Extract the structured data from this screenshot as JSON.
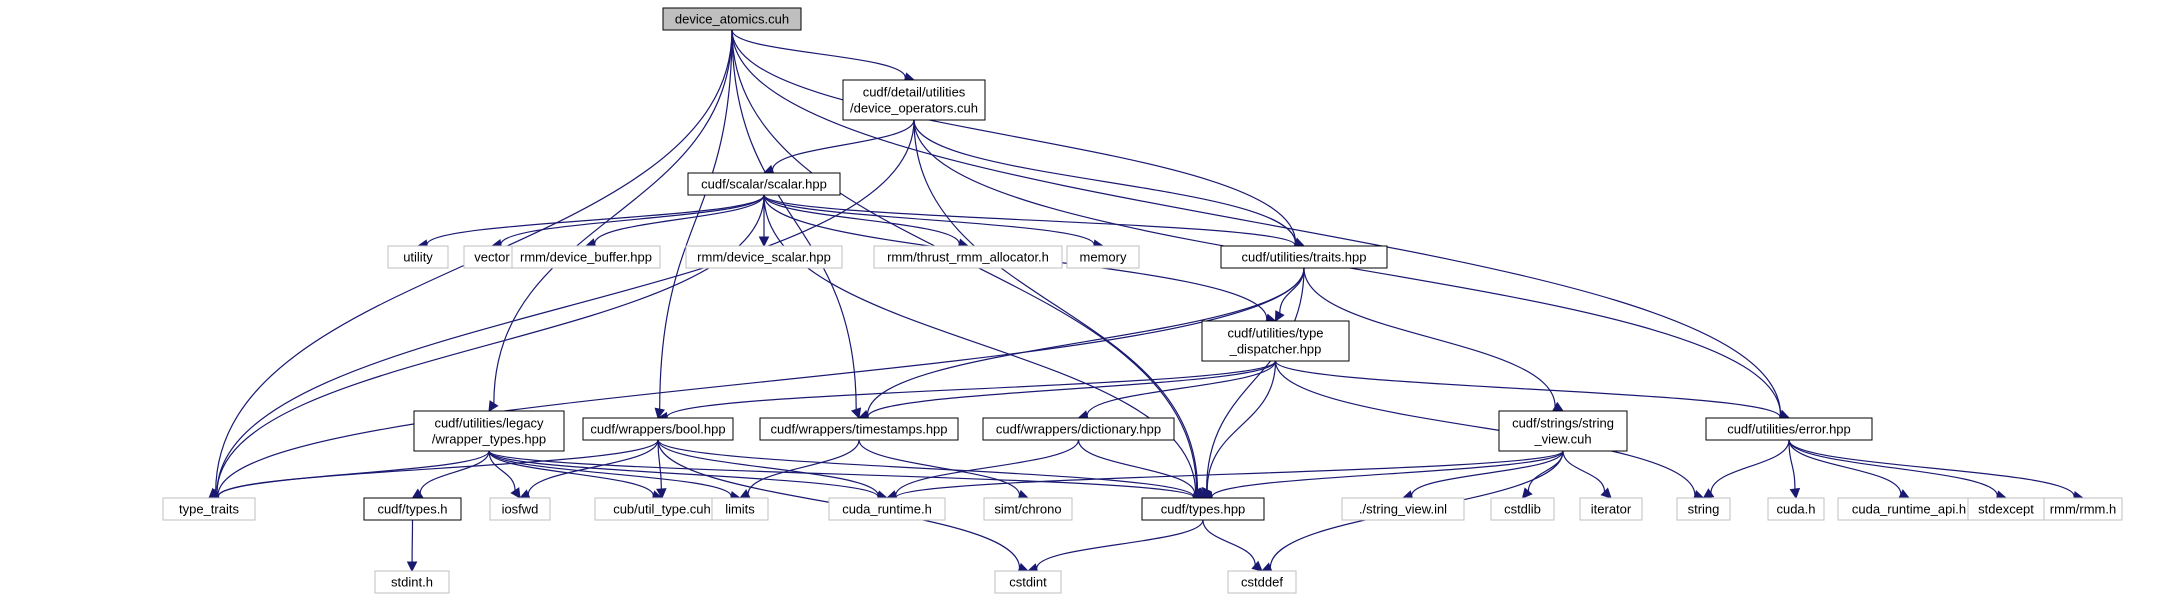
{
  "nodes": [
    {
      "id": "root",
      "kind": "root",
      "lines": [
        "device_atomics.cuh"
      ]
    },
    {
      "id": "device_ops",
      "kind": "internal",
      "lines": [
        "cudf/detail/utilities",
        "/device_operators.cuh"
      ]
    },
    {
      "id": "scalar",
      "kind": "internal",
      "lines": [
        "cudf/scalar/scalar.hpp"
      ]
    },
    {
      "id": "traits",
      "kind": "internal",
      "lines": [
        "cudf/utilities/traits.hpp"
      ]
    },
    {
      "id": "type_dispatcher",
      "kind": "internal",
      "lines": [
        "cudf/utilities/type",
        "_dispatcher.hpp"
      ]
    },
    {
      "id": "legacy_wrapper",
      "kind": "internal",
      "lines": [
        "cudf/utilities/legacy",
        "/wrapper_types.hpp"
      ]
    },
    {
      "id": "bool_hpp",
      "kind": "internal",
      "lines": [
        "cudf/wrappers/bool.hpp"
      ]
    },
    {
      "id": "timestamps",
      "kind": "internal",
      "lines": [
        "cudf/wrappers/timestamps.hpp"
      ]
    },
    {
      "id": "dictionary",
      "kind": "internal",
      "lines": [
        "cudf/wrappers/dictionary.hpp"
      ]
    },
    {
      "id": "string_view",
      "kind": "internal",
      "lines": [
        "cudf/strings/string",
        "_view.cuh"
      ]
    },
    {
      "id": "error_hpp",
      "kind": "internal",
      "lines": [
        "cudf/utilities/error.hpp"
      ]
    },
    {
      "id": "types_h",
      "kind": "internal",
      "lines": [
        "cudf/types.h"
      ]
    },
    {
      "id": "types_hpp",
      "kind": "internal",
      "lines": [
        "cudf/types.hpp"
      ]
    },
    {
      "id": "utility",
      "kind": "external",
      "lines": [
        "utility"
      ]
    },
    {
      "id": "vector",
      "kind": "external",
      "lines": [
        "vector"
      ]
    },
    {
      "id": "device_buffer",
      "kind": "external",
      "lines": [
        "rmm/device_buffer.hpp"
      ]
    },
    {
      "id": "device_scalar",
      "kind": "external",
      "lines": [
        "rmm/device_scalar.hpp"
      ]
    },
    {
      "id": "thrust_alloc",
      "kind": "external",
      "lines": [
        "rmm/thrust_rmm_allocator.h"
      ]
    },
    {
      "id": "memory",
      "kind": "external",
      "lines": [
        "memory"
      ]
    },
    {
      "id": "type_traits",
      "kind": "external",
      "lines": [
        "type_traits"
      ]
    },
    {
      "id": "iosfwd",
      "kind": "external",
      "lines": [
        "iosfwd"
      ]
    },
    {
      "id": "cub_util",
      "kind": "external",
      "lines": [
        "cub/util_type.cuh"
      ]
    },
    {
      "id": "limits",
      "kind": "external",
      "lines": [
        "limits"
      ]
    },
    {
      "id": "cuda_runtime",
      "kind": "external",
      "lines": [
        "cuda_runtime.h"
      ]
    },
    {
      "id": "simt_chrono",
      "kind": "external",
      "lines": [
        "simt/chrono"
      ]
    },
    {
      "id": "string_view_inl",
      "kind": "external",
      "lines": [
        "./string_view.inl"
      ]
    },
    {
      "id": "cstdlib",
      "kind": "external",
      "lines": [
        "cstdlib"
      ]
    },
    {
      "id": "iterator",
      "kind": "external",
      "lines": [
        "iterator"
      ]
    },
    {
      "id": "string",
      "kind": "external",
      "lines": [
        "string"
      ]
    },
    {
      "id": "cuda_h",
      "kind": "external",
      "lines": [
        "cuda.h"
      ]
    },
    {
      "id": "cuda_runtime_api",
      "kind": "external",
      "lines": [
        "cuda_runtime_api.h"
      ]
    },
    {
      "id": "stdexcept",
      "kind": "external",
      "lines": [
        "stdexcept"
      ]
    },
    {
      "id": "rmm_h",
      "kind": "external",
      "lines": [
        "rmm/rmm.h"
      ]
    },
    {
      "id": "stdint_h",
      "kind": "external",
      "lines": [
        "stdint.h"
      ]
    },
    {
      "id": "cstdint",
      "kind": "external",
      "lines": [
        "cstdint"
      ]
    },
    {
      "id": "cstddef",
      "kind": "external",
      "lines": [
        "cstddef"
      ]
    }
  ],
  "edges": [
    [
      "root",
      "device_ops"
    ],
    [
      "root",
      "traits"
    ],
    [
      "root",
      "error_hpp"
    ],
    [
      "root",
      "types_hpp"
    ],
    [
      "root",
      "type_traits"
    ],
    [
      "root",
      "legacy_wrapper"
    ],
    [
      "root",
      "bool_hpp"
    ],
    [
      "root",
      "timestamps"
    ],
    [
      "device_ops",
      "scalar"
    ],
    [
      "device_ops",
      "traits"
    ],
    [
      "device_ops",
      "types_hpp"
    ],
    [
      "device_ops",
      "error_hpp"
    ],
    [
      "device_ops",
      "type_traits"
    ],
    [
      "scalar",
      "utility"
    ],
    [
      "scalar",
      "vector"
    ],
    [
      "scalar",
      "device_buffer"
    ],
    [
      "scalar",
      "device_scalar"
    ],
    [
      "scalar",
      "thrust_alloc"
    ],
    [
      "scalar",
      "memory"
    ],
    [
      "scalar",
      "traits"
    ],
    [
      "scalar",
      "type_dispatcher"
    ],
    [
      "scalar",
      "types_hpp"
    ],
    [
      "scalar",
      "type_traits"
    ],
    [
      "traits",
      "type_dispatcher"
    ],
    [
      "traits",
      "string_view"
    ],
    [
      "traits",
      "timestamps"
    ],
    [
      "traits",
      "types_hpp"
    ],
    [
      "traits",
      "type_traits"
    ],
    [
      "type_dispatcher",
      "bool_hpp"
    ],
    [
      "type_dispatcher",
      "timestamps"
    ],
    [
      "type_dispatcher",
      "dictionary"
    ],
    [
      "type_dispatcher",
      "types_hpp"
    ],
    [
      "type_dispatcher",
      "error_hpp"
    ],
    [
      "type_dispatcher",
      "string"
    ],
    [
      "legacy_wrapper",
      "type_traits"
    ],
    [
      "legacy_wrapper",
      "types_h"
    ],
    [
      "legacy_wrapper",
      "iosfwd"
    ],
    [
      "legacy_wrapper",
      "cub_util"
    ],
    [
      "legacy_wrapper",
      "limits"
    ],
    [
      "legacy_wrapper",
      "cuda_runtime"
    ],
    [
      "legacy_wrapper",
      "types_hpp"
    ],
    [
      "bool_hpp",
      "type_traits"
    ],
    [
      "bool_hpp",
      "iosfwd"
    ],
    [
      "bool_hpp",
      "cub_util"
    ],
    [
      "bool_hpp",
      "cuda_runtime"
    ],
    [
      "bool_hpp",
      "cstdint"
    ],
    [
      "bool_hpp",
      "types_hpp"
    ],
    [
      "timestamps",
      "limits"
    ],
    [
      "timestamps",
      "simt_chrono"
    ],
    [
      "dictionary",
      "cuda_runtime"
    ],
    [
      "dictionary",
      "types_hpp"
    ],
    [
      "string_view",
      "cuda_runtime"
    ],
    [
      "string_view",
      "types_hpp"
    ],
    [
      "string_view",
      "string_view_inl"
    ],
    [
      "string_view",
      "cstdlib"
    ],
    [
      "string_view",
      "iterator"
    ],
    [
      "string_view",
      "cstddef"
    ],
    [
      "error_hpp",
      "string"
    ],
    [
      "error_hpp",
      "cuda_h"
    ],
    [
      "error_hpp",
      "cuda_runtime_api"
    ],
    [
      "error_hpp",
      "stdexcept"
    ],
    [
      "error_hpp",
      "rmm_h"
    ],
    [
      "types_h",
      "stdint_h"
    ],
    [
      "types_hpp",
      "cstdint"
    ],
    [
      "types_hpp",
      "cstddef"
    ]
  ]
}
